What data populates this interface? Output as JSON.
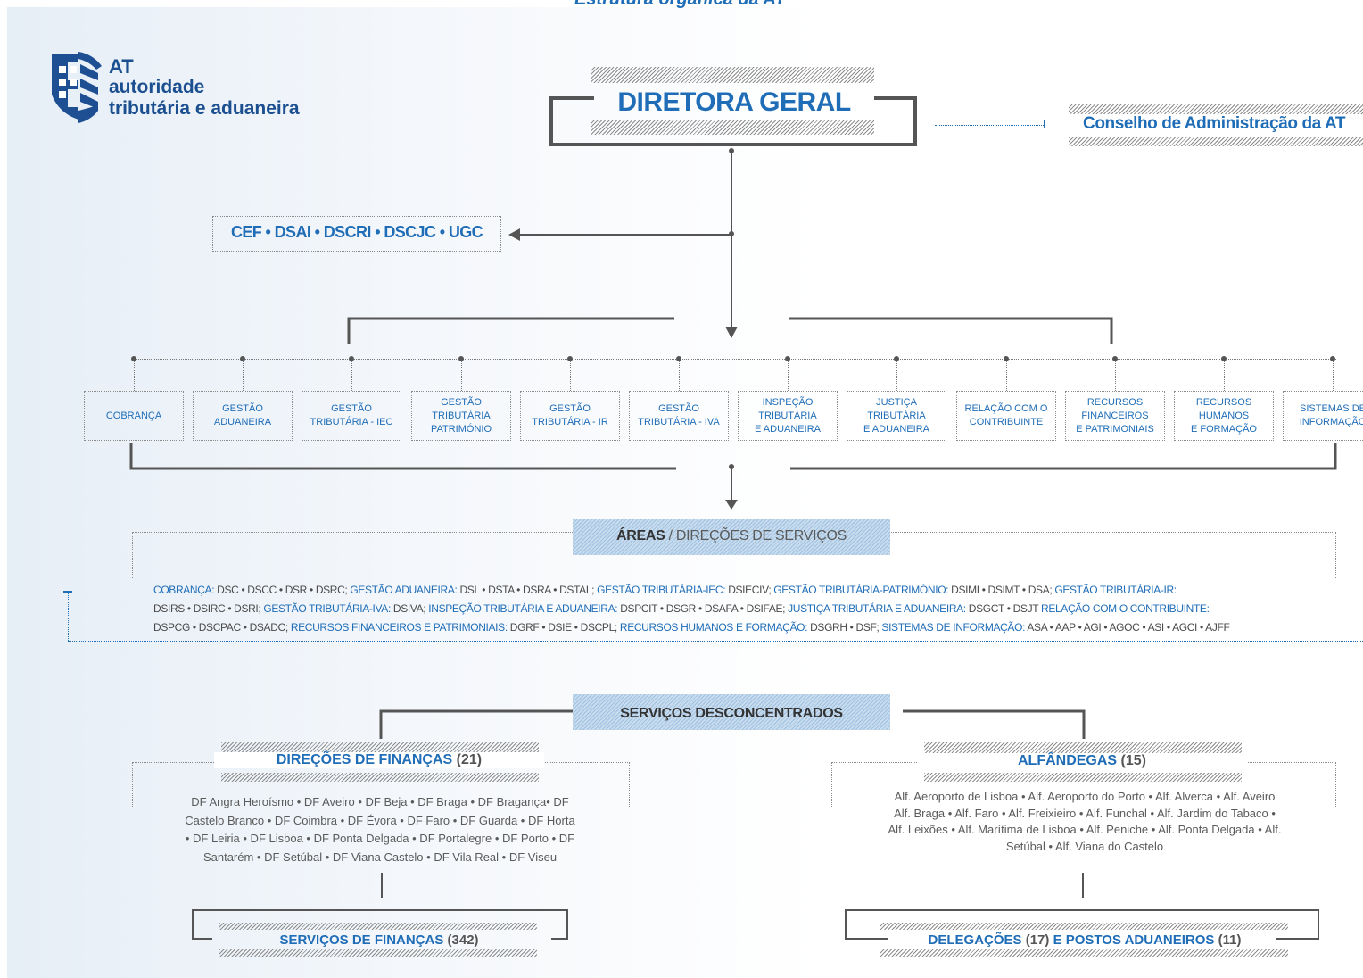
{
  "header_title": "Estrutura orgânica da AT",
  "logo": {
    "abbr": "AT",
    "line1": "autoridade",
    "line2": "tributária e aduaneira",
    "icon": "portuguese-shield-icon"
  },
  "director": "DIRETORA GERAL",
  "board": "Conselho de Administração da AT",
  "staff_units": [
    "CEF",
    "DSAI",
    "DSCRI",
    "DSCJC",
    "UGC"
  ],
  "areas": [
    {
      "lines": [
        "COBRANÇA"
      ]
    },
    {
      "lines": [
        "GESTÃO",
        "ADUANEIRA"
      ]
    },
    {
      "lines": [
        "GESTÃO",
        "TRIBUTÁRIA - IEC"
      ]
    },
    {
      "lines": [
        "GESTÃO",
        "TRIBUTÁRIA",
        "PATRIMÓNIO"
      ]
    },
    {
      "lines": [
        "GESTÃO",
        "TRIBUTÁRIA - IR"
      ]
    },
    {
      "lines": [
        "GESTÃO",
        "TRIBUTÁRIA - IVA"
      ]
    },
    {
      "lines": [
        "INSPEÇÃO",
        "TRIBUTÁRIA",
        "E ADUANEIRA"
      ]
    },
    {
      "lines": [
        "JUSTIÇA",
        "TRIBUTÁRIA",
        "E ADUANEIRA"
      ]
    },
    {
      "lines": [
        "RELAÇÃO COM O",
        "CONTRIBUINTE"
      ]
    },
    {
      "lines": [
        "RECURSOS",
        "FINANCEIROS",
        "E PATRIMONIAIS"
      ]
    },
    {
      "lines": [
        "RECURSOS",
        "HUMANOS",
        "E FORMAÇÃO"
      ]
    },
    {
      "lines": [
        "SISTEMAS DE",
        "INFORMAÇÃO"
      ]
    }
  ],
  "areas_header": {
    "bold": "ÁREAS",
    "rest": " / DIREÇÕES DE SERVIÇOS"
  },
  "areas_detail": [
    [
      {
        "k": "COBRANÇA:",
        "v": " DSC • DSCC • DSR • DSRC; "
      },
      {
        "k": "GESTÃO ADUANEIRA:",
        "v": " DSL • DSTA • DSRA • DSTAL; "
      },
      {
        "k": "GESTÃO TRIBUTÁRIA-IEC:",
        "v": " DSIECIV;  "
      },
      {
        "k": "GESTÃO TRIBUTÁRIA-PATRIMÓNIO:",
        "v": " DSIMI  • DSIMT • DSA; "
      },
      {
        "k": "GESTÃO TRIBUTÁRIA-IR:",
        "v": ""
      }
    ],
    [
      {
        "k": "",
        "v": "DSIRS • DSIRC • DSRI; "
      },
      {
        "k": "GESTÃO TRIBUTÁRIA-IVA:",
        "v": " DSIVA; "
      },
      {
        "k": "INSPEÇÃO TRIBUTÁRIA E ADUANEIRA:",
        "v": " DSPCIT • DSGR • DSAFA • DSIFAE; "
      },
      {
        "k": "JUSTIÇA TRIBUTÁRIA E ADUANEIRA:",
        "v": " DSGCT • DSJT "
      },
      {
        "k": "RELAÇÃO COM O CONTRIBUINTE:",
        "v": ""
      }
    ],
    [
      {
        "k": "",
        "v": "DSPCG • DSCPAC • DSADC; "
      },
      {
        "k": "RECURSOS FINANCEIROS E PATRIMONIAIS:",
        "v": " DGRF • DSIE • DSCPL; "
      },
      {
        "k": "RECURSOS HUMANOS E FORMAÇÃO:",
        "v": " DSGRH • DSF; "
      },
      {
        "k": "SISTEMAS DE INFORMAÇÃO:",
        "v": " ASA • AAP • AGI • AGOC • ASI • AGCI • AJFF"
      }
    ]
  ],
  "decentralized": "SERVIÇOS DESCONCENTRADOS",
  "df": {
    "title": "DIREÇÕES DE FINANÇAS",
    "count": "(21)",
    "lines": [
      "DF Angra Heroísmo • DF Aveiro • DF Beja • DF Braga • DF Bragança• DF",
      "Castelo Branco • DF Coimbra • DF Évora • DF Faro • DF Guarda • DF Horta",
      "• DF Leiria • DF Lisboa • DF Ponta Delgada • DF Portalegre • DF Porto • DF",
      "Santarém • DF Setúbal • DF Viana Castelo • DF Vila Real • DF Viseu"
    ],
    "sub_title": "SERVIÇOS DE FINANÇAS",
    "sub_count": "(342)"
  },
  "alf": {
    "title": "ALFÂNDEGAS",
    "count": "(15)",
    "lines": [
      "Alf. Aeroporto de Lisboa • Alf. Aeroporto do Porto • Alf. Alverca •  Alf. Aveiro",
      "Alf. Braga • Alf. Faro • Alf. Freixieiro • Alf. Funchal •  Alf. Jardim do Tabaco •",
      "Alf. Leixões • Alf. Marítima de Lisboa • Alf. Peniche • Alf. Ponta Delgada • Alf.",
      "Setúbal • Alf. Viana do Castelo"
    ],
    "sub_title_a": "DELEGAÇÕES",
    "sub_count_a": "(17)",
    "sub_title_b": "E POSTOS ADUANEIROS",
    "sub_count_b": "(11)"
  },
  "colors": {
    "accent": "#1f6db7",
    "line": "#555555",
    "text": "#5a5a5a"
  }
}
